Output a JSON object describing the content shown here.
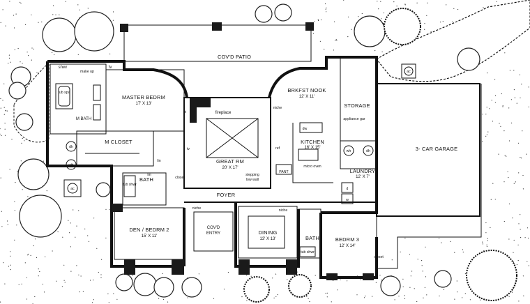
{
  "labels": {
    "covd_patio": "COV'D PATIO",
    "shwr": "shwr",
    "make_up": "make up",
    "tv_master": "tv",
    "master_bedrm": "MASTER BEDRM",
    "master_bedrm_dim": "17' X 13'",
    "tub_spa": "tub spa",
    "m_bath": "M BATH",
    "bi": "bi",
    "fireplace": "fireplace",
    "m_closet": "M CLOSET",
    "tv_great": "tv",
    "lin_1": "lin",
    "lin_2": "lin",
    "great_rm": "GREAT RM",
    "great_rm_dim": "20' X 17'",
    "stepping_low_wall_1": "stepping",
    "stepping_low_wall_2": "low wall",
    "bath_1": "BATH",
    "tub_shwr_1": "tub shwr",
    "closet_1": "closet",
    "brkfst_nook": "BRKFST NOOK",
    "brkfst_nook_dim": "12' X 11'",
    "niche_1": "niche",
    "storage": "STORAGE",
    "appliance_gar": "appliance gar",
    "dw": "dw",
    "kitchen": "KITCHEN",
    "kitchen_dim": "16' X 15'",
    "ref": "ref",
    "pant": "PANT",
    "micro_oven": "micro oven",
    "laundry": "LAUNDRY",
    "laundry_dim": "12' X 7'",
    "three_car_garage": "3- CAR GARAGE",
    "foyer": "FOYER",
    "den_bedrm2": "DEN / BEDRM 2",
    "den_bedrm2_dim": "15' X 11'",
    "niche_2": "niche",
    "covd_entry_1": "COV'D",
    "covd_entry_2": "ENTRY",
    "niche_3": "niche",
    "dining": "DINING",
    "dining_dim": "13' X 13'",
    "bath_2": "BATH",
    "bedrm3": "BEDRM 3",
    "bedrm3_dim": "12' X 14'",
    "tub_shwr_2": "tub shwr",
    "closet_2": "closet",
    "ac_1": "ac",
    "ac_2": "ac",
    "wh_1": "wh",
    "wh_2": "wh",
    "dh": "dh",
    "dh_2": "dh",
    "d": "d",
    "w": "w"
  },
  "colors": {
    "ink": "#111111",
    "paper": "#ffffff"
  }
}
